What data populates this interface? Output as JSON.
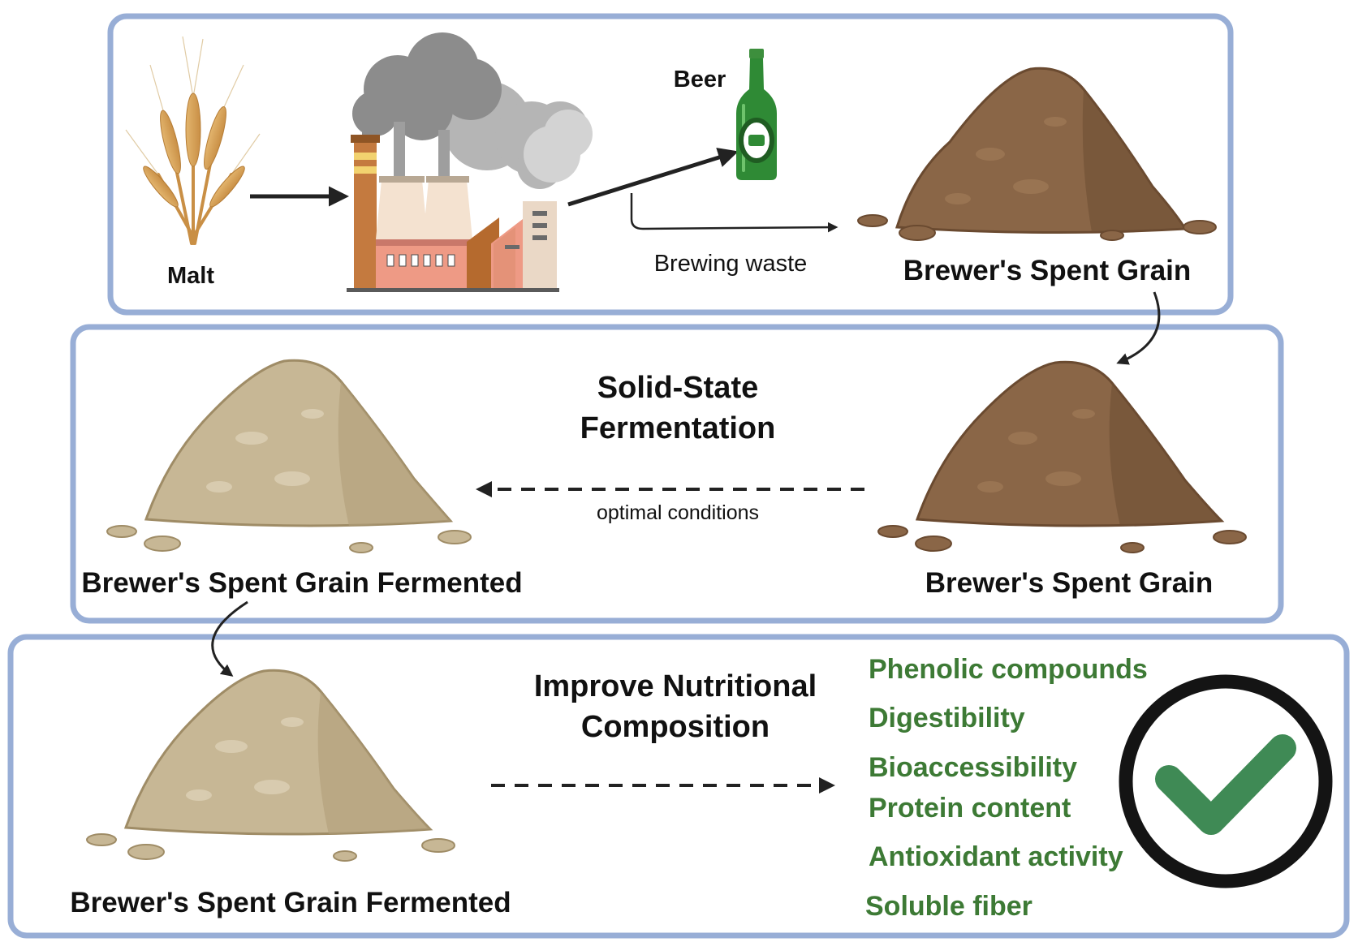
{
  "panel1": {
    "malt_label": "Malt",
    "beer_label": "Beer",
    "waste_label": "Brewing waste",
    "bsg_label": "Brewer's Spent Grain"
  },
  "panel2": {
    "title_line1": "Solid-State",
    "title_line2": "Fermentation",
    "conditions_label": "optimal conditions",
    "fermented_label": "Brewer's Spent Grain Fermented",
    "bsg_label": "Brewer's Spent Grain"
  },
  "panel3": {
    "title_line1": "Improve Nutritional",
    "title_line2": "Composition",
    "fermented_label": "Brewer's Spent Grain Fermented",
    "benefits": [
      "Phenolic compounds",
      "Digestibility",
      "Bioaccessibility",
      "Protein content",
      "Antioxidant activity",
      "Soluble fiber"
    ]
  },
  "colors": {
    "panel_border": "#98aed6",
    "benefit_text": "#3d7a35",
    "check_mark": "#3f8a55",
    "dark_grain": "#8a6647",
    "light_grain": "#c7b795"
  }
}
